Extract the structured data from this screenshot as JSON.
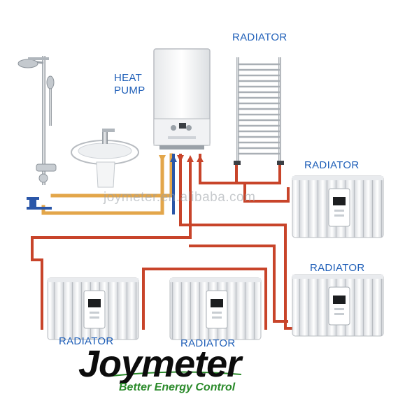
{
  "labels": {
    "heat_pump_line1": "HEAT",
    "heat_pump_line2": "PUMP",
    "radiator_towel": "RADIATOR",
    "radiator_right_top": "RADIATOR",
    "radiator_right_bottom": "RADIATOR",
    "radiator_bottom_left": "RADIATOR",
    "radiator_bottom_middle": "RADIATOR"
  },
  "watermark": "joymeter.en.alibaba.com",
  "brand": {
    "name": "Joymeter",
    "tagline": "Better Energy Control"
  },
  "colors": {
    "hot_pipe": "#c8442a",
    "cold_pipe": "#2a56a8",
    "mixed_pipe": "#e3a64a",
    "label_blue": "#1f5fb8",
    "tagline_green": "#2a8a2a"
  }
}
